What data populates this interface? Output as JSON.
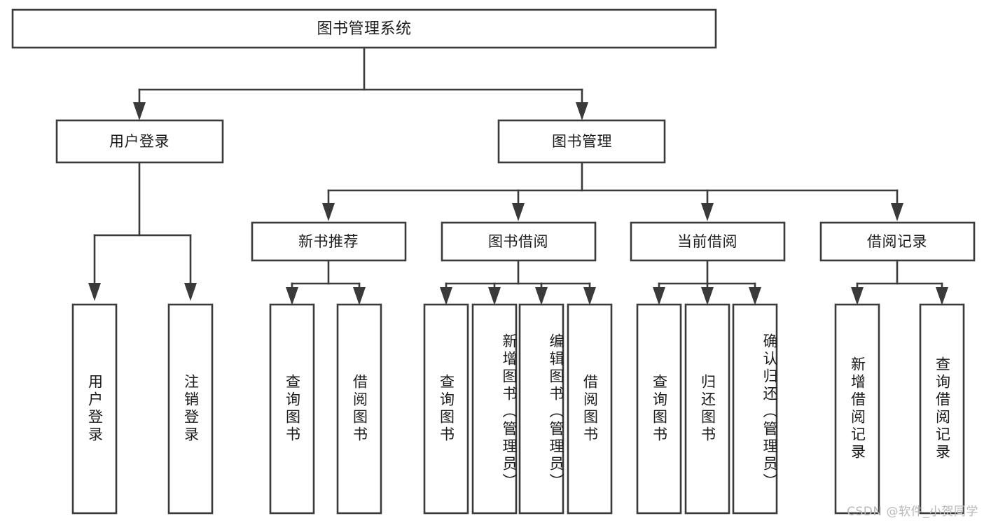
{
  "diagram": {
    "type": "hierarchy-tree",
    "title": "图书管理系统",
    "background_color": "#ffffff",
    "stroke_color": "#3a3a3a",
    "text_color": "#1b1b1b",
    "root": {
      "label": "图书管理系统"
    },
    "level2": [
      {
        "label": "用户登录"
      },
      {
        "label": "图书管理"
      }
    ],
    "level3": [
      {
        "label": "新书推荐"
      },
      {
        "label": "图书借阅"
      },
      {
        "label": "当前借阅"
      },
      {
        "label": "借阅记录"
      }
    ],
    "leaves": {
      "user_login": [
        {
          "label": "用户登录"
        },
        {
          "label": "注销登录"
        }
      ],
      "new_book_recommend": [
        {
          "label": "查询图书"
        },
        {
          "label": "借阅图书"
        }
      ],
      "book_borrow": [
        {
          "label": "查询图书"
        },
        {
          "label": "新增图书（管理员）"
        },
        {
          "label": "编辑图书（管理员）"
        },
        {
          "label": "借阅图书"
        }
      ],
      "current_borrow": [
        {
          "label": "查询图书"
        },
        {
          "label": "归还图书"
        },
        {
          "label": "确认归还（管理员）"
        }
      ],
      "borrow_record": [
        {
          "label": "新增借阅记录"
        },
        {
          "label": "查询借阅记录"
        }
      ]
    }
  },
  "watermark": {
    "text": "CSDN @软件_小贺同学"
  }
}
